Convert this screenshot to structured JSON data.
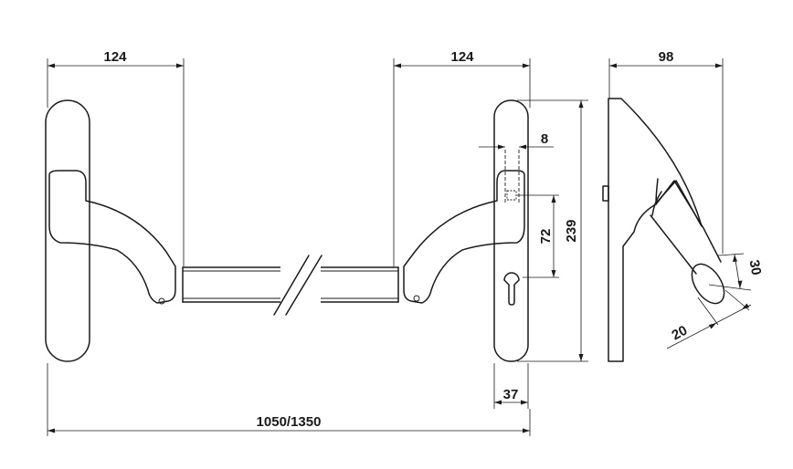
{
  "dimensions": {
    "left_bar_width": "124",
    "right_bar_width": "124",
    "side_depth": "98",
    "spindle": "8",
    "backset": "72",
    "plate_height": "239",
    "plate_width": "37",
    "overall_length": "1050/1350",
    "pad_height": "30",
    "pad_width": "20"
  }
}
